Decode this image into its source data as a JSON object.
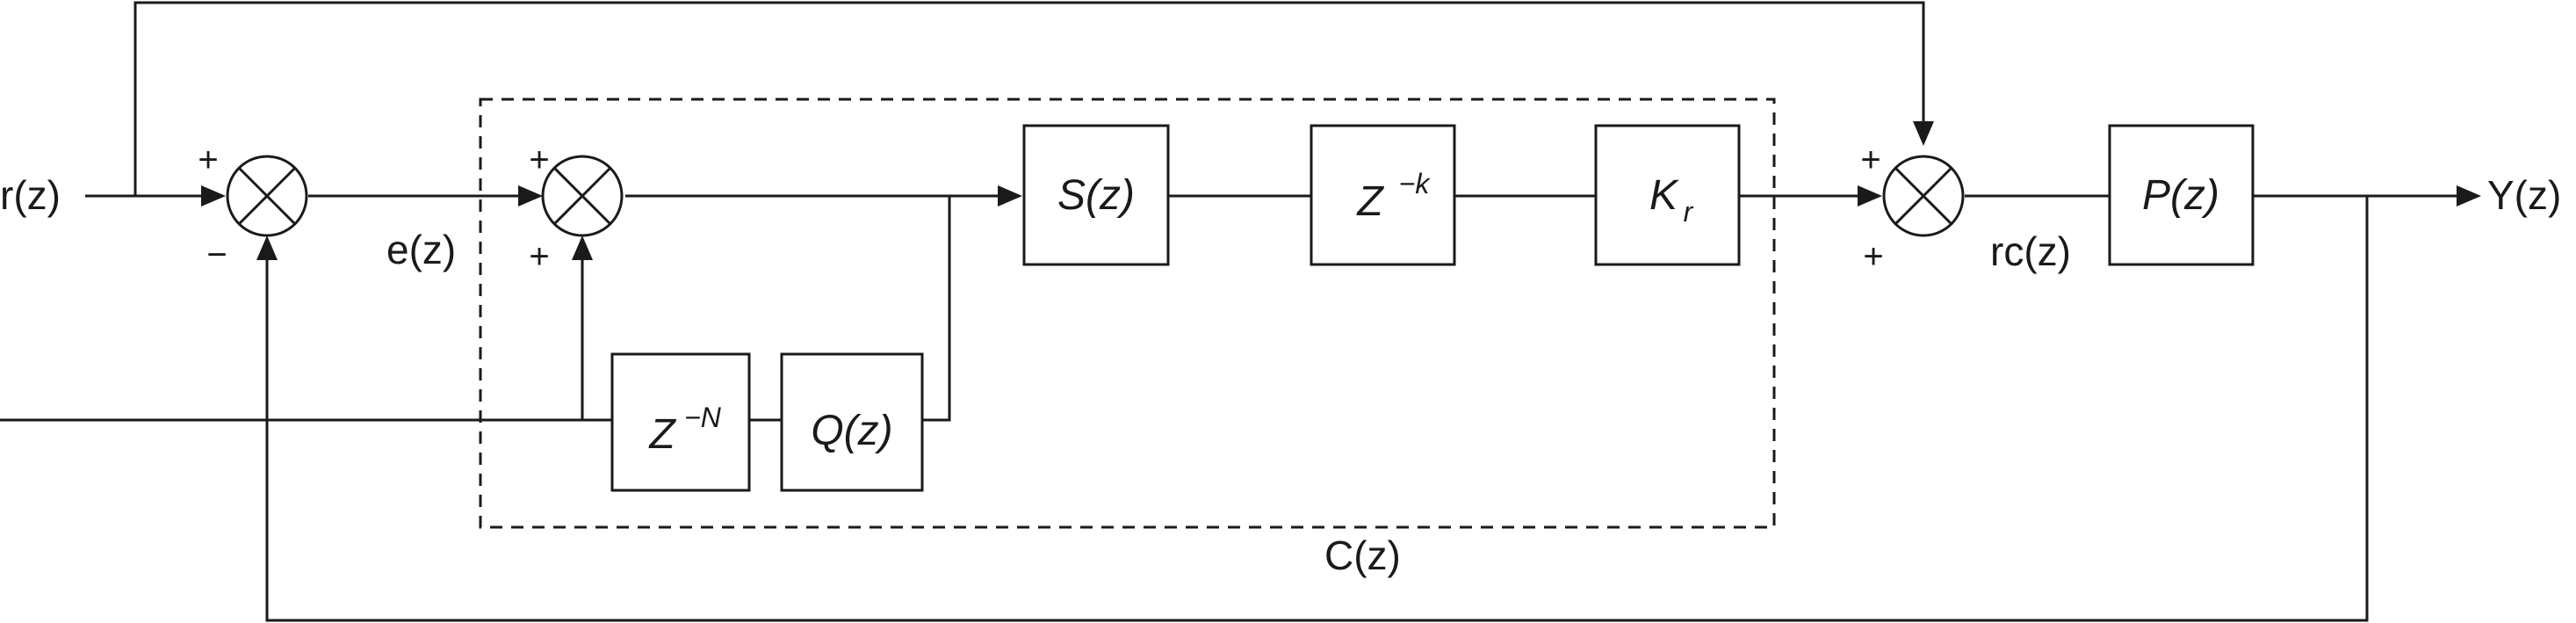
{
  "signals": {
    "input": "r(z)",
    "error": "e(z)",
    "rc": "rc(z)",
    "output": "Y(z)"
  },
  "controller_label": "C(z)",
  "blocks": {
    "s": "S(z)",
    "zk": {
      "base": "Z",
      "exp": "−k"
    },
    "kr": {
      "base": "K",
      "sub": "r"
    },
    "p": "P(z)",
    "zn": {
      "base": "Z",
      "exp": "−N"
    },
    "q": "Q(z)"
  },
  "signs": {
    "sj1_top": "+",
    "sj1_bottom": "−",
    "sj2_top": "+",
    "sj2_bottom": "+",
    "sj3_top": "+",
    "sj3_bottom": "+"
  }
}
